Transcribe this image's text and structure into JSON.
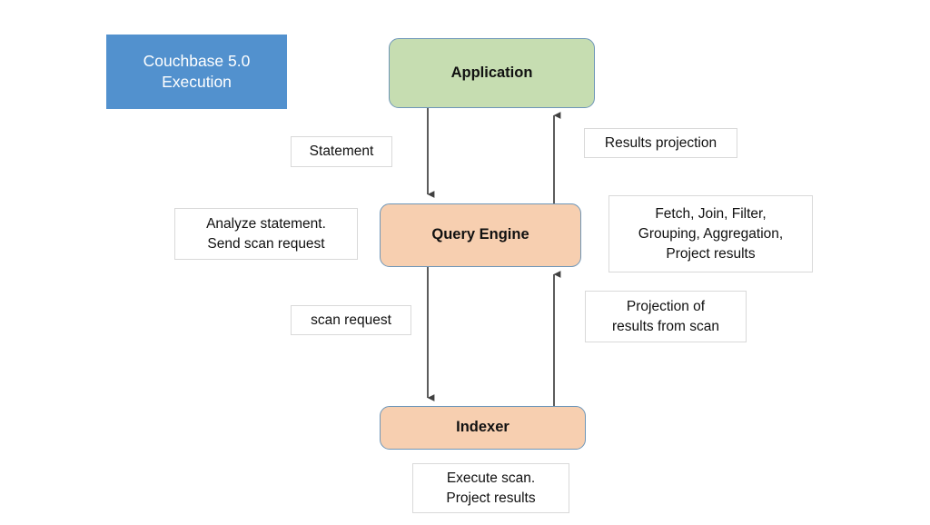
{
  "diagram": {
    "title_box": {
      "text": "Couchbase 5.0\nExecution",
      "fill": "#5291CE",
      "text_color": "#FFFFFF"
    },
    "nodes": [
      {
        "id": "application",
        "label": "Application",
        "fill": "#C6DDB1",
        "border": "#6E96B8"
      },
      {
        "id": "query-engine",
        "label": "Query Engine",
        "fill": "#F7CFB0",
        "border": "#6E96B8"
      },
      {
        "id": "indexer",
        "label": "Indexer",
        "fill": "#F7CFB0",
        "border": "#6E96B8"
      }
    ],
    "labels": {
      "statement": "Statement",
      "results_projection": "Results projection",
      "analyze_statement": "Analyze statement.\nSend scan request",
      "query_operations": "Fetch, Join, Filter,\nGrouping, Aggregation,\nProject results",
      "scan_request": "scan request",
      "projection_of_results": "Projection of\nresults from scan",
      "execute_scan": "Execute scan.\nProject results"
    },
    "arrows": [
      {
        "id": "application-to-query-engine",
        "direction": "down",
        "from": "application",
        "to": "query-engine",
        "label": "Statement"
      },
      {
        "id": "query-engine-to-application",
        "direction": "up",
        "from": "query-engine",
        "to": "application",
        "label": "Results projection"
      },
      {
        "id": "query-engine-to-indexer",
        "direction": "down",
        "from": "query-engine",
        "to": "indexer",
        "label": "scan request"
      },
      {
        "id": "indexer-to-query-engine",
        "direction": "up",
        "from": "indexer",
        "to": "query-engine",
        "label": "Projection of results from scan"
      }
    ],
    "arrow_color": "#404040"
  }
}
